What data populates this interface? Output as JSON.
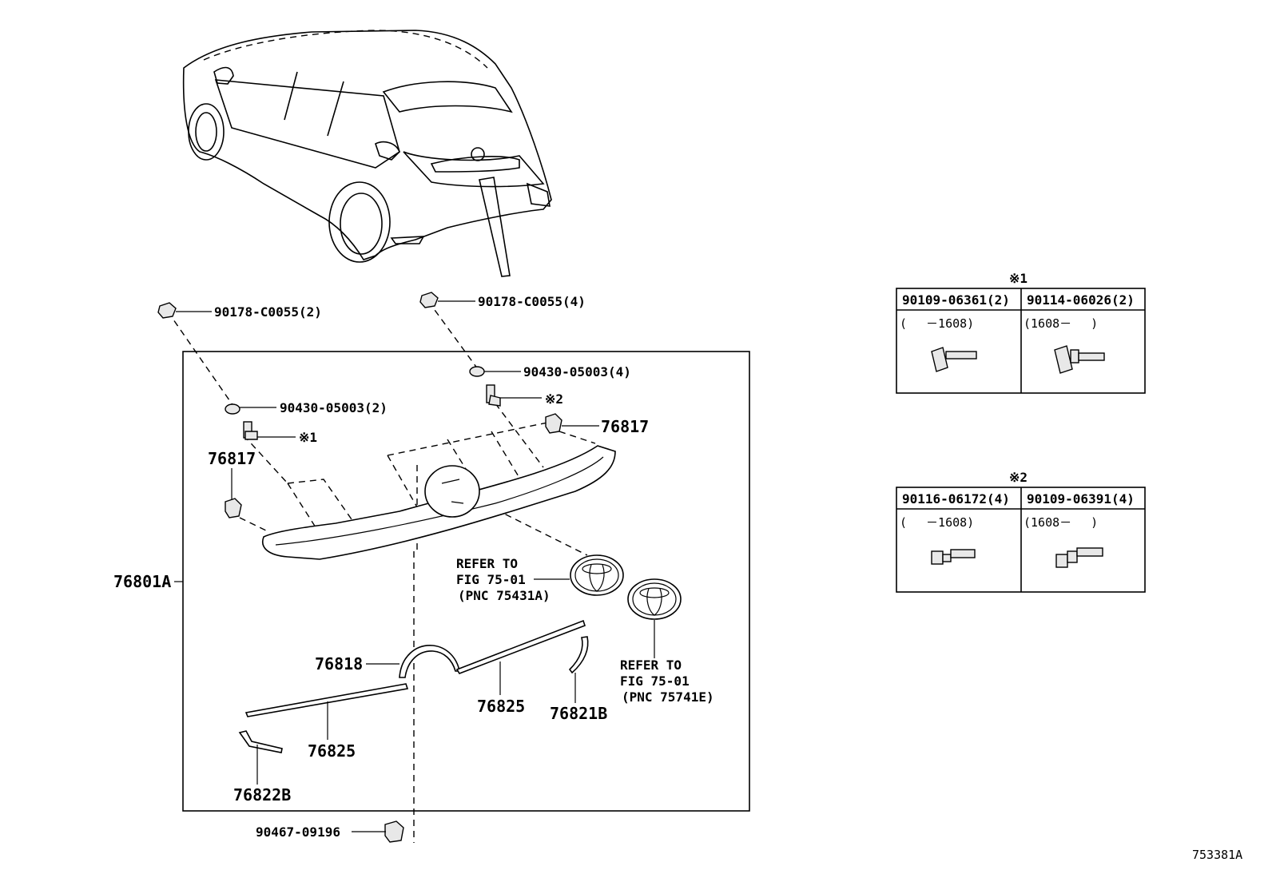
{
  "labels": {
    "nut_left": "90178-C0055(2)",
    "nut_right": "90178-C0055(4)",
    "washer_right": "90430-05003(4)",
    "washer_left": "90430-05003(2)",
    "mark2_callout": "※2",
    "mark1_callout": "※1",
    "clip_right": "76817",
    "clip_left": "76817",
    "assembly": "76801A",
    "emblem_ref_1": [
      "REFER TO",
      "FIG 75-01",
      "(PNC 75431A)"
    ],
    "emblem_ref_2": [
      "REFER TO",
      "FIG 75-01",
      "(PNC 75741E)"
    ],
    "moulding_arc": "76818",
    "moulding_center": "76825",
    "moulding_right_end": "76821B",
    "moulding_lower": "76825",
    "moulding_left_end": "76822B",
    "clip_bottom": "90467-09196",
    "figure_id": "753381A"
  },
  "tables": [
    {
      "mark": "※1",
      "columns": [
        {
          "part": "90109-06361(2)",
          "range": "(　 －1608)"
        },
        {
          "part": "90114-06026(2)",
          "range": "(1608－　 )"
        }
      ]
    },
    {
      "mark": "※2",
      "columns": [
        {
          "part": "90116-06172(4)",
          "range": "(　 －1608)"
        },
        {
          "part": "90109-06391(4)",
          "range": "(1608－　 )"
        }
      ]
    }
  ]
}
